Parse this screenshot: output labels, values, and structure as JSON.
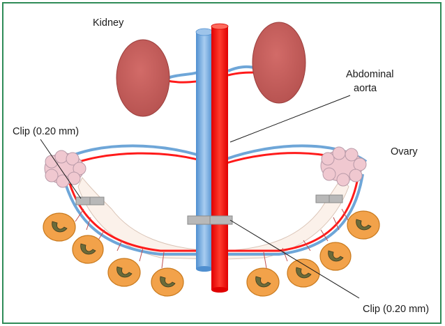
{
  "labels": {
    "kidney": "Kidney",
    "aorta_line1": "Abdominal",
    "aorta_line2": "aorta",
    "ovary": "Ovary",
    "clip_left": "Clip (0.20 mm)",
    "clip_bottom": "Clip (0.20 mm)"
  },
  "colors": {
    "frame": "#2e8b57",
    "artery": "#ff1a1a",
    "vein": "#6ea6d8",
    "kidney": "#c8605e",
    "ovary": "#f0c8d0",
    "embryo_sac": "#f2a24a",
    "embryo": "#6b6b3a",
    "clip": "#b5b5b5"
  }
}
